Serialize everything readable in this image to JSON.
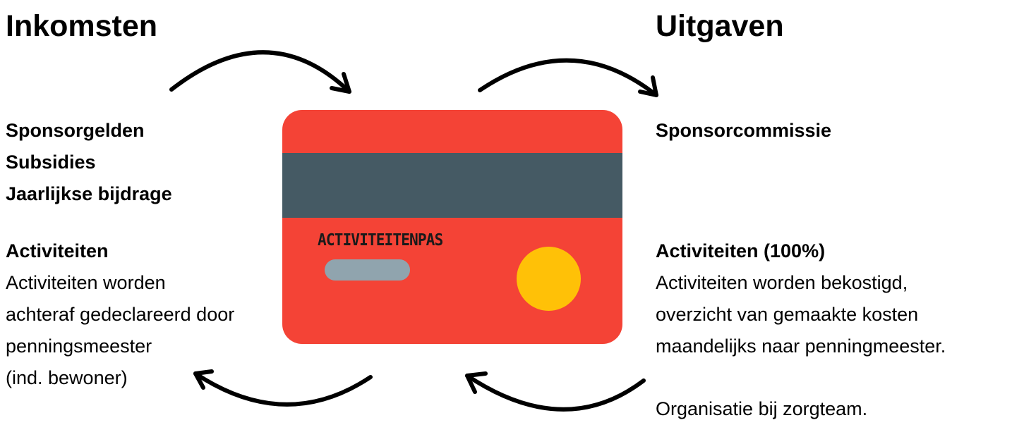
{
  "left": {
    "title": "Inkomsten",
    "items": [
      "Sponsorgelden",
      "Subsidies",
      "Jaarlijkse bijdrage"
    ],
    "activity_title": "Activiteiten",
    "activity_lines": [
      "Activiteiten worden",
      "achteraf gedeclareerd door",
      "penningsmeester",
      "(ind. bewoner)"
    ]
  },
  "right": {
    "title": "Uitgaven",
    "items": [
      "Sponsorcommissie"
    ],
    "activity_title": "Activiteiten (100%)",
    "activity_lines": [
      "Activiteiten worden bekostigd,",
      "overzicht van gemaakte kosten",
      "maandelijks naar penningmeester."
    ],
    "footer": "Organisatie bij zorgteam."
  },
  "card": {
    "label": "ACTIVITEITENPAS",
    "colors": {
      "body": "#f44336",
      "stripe": "#455a64",
      "pill": "#90a4ae",
      "chip": "#ffc107"
    }
  }
}
